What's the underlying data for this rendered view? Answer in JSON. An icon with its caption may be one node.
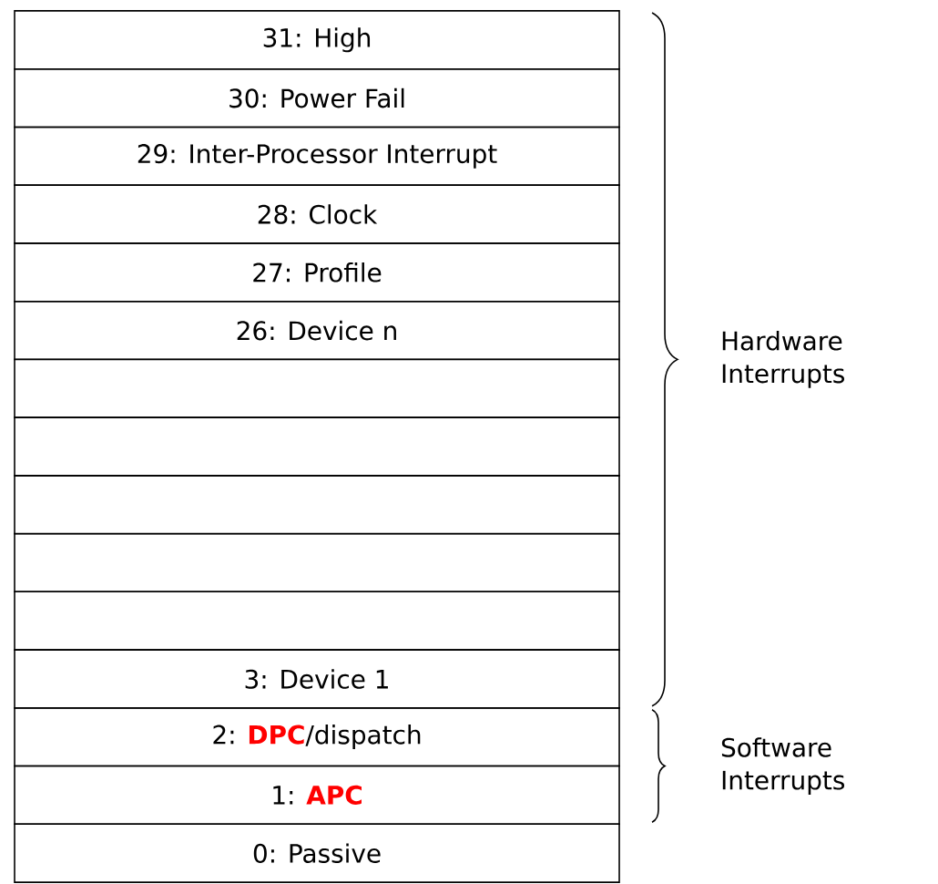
{
  "diagram": {
    "nodes": [
      {
        "text": [
          "31: High"
        ]
      },
      {
        "text": [
          "30: Power Fail"
        ]
      },
      {
        "text": [
          "29: Inter-Processor Interrupt"
        ]
      },
      {
        "text": [
          "28: Clock"
        ]
      },
      {
        "text": [
          "27: Profile"
        ]
      },
      {
        "text": [
          "26: Device n"
        ]
      },
      {
        "text": [],
        "shape": "box"
      },
      {
        "text": [],
        "shape": "box"
      },
      {
        "text": [],
        "shape": "box"
      },
      {
        "text": [],
        "shape": "box"
      },
      {
        "text": [],
        "shape": "box"
      },
      {
        "text": [
          "3: Device 1"
        ]
      },
      {
        "text": [
          "2: **DPC**/dispatch"
        ]
      },
      {
        "text": [
          "1: **APC**"
        ]
      },
      {
        "text": [
          "0: Passive"
        ]
      }
    ],
    "labels": [
      "Hardware Interrupts",
      "Software Interrupts"
    ]
  }
}
